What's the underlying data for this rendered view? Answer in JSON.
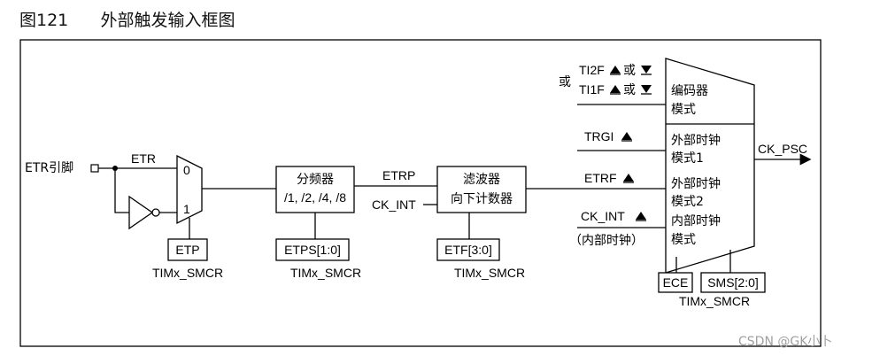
{
  "figure": {
    "title": "图121      外部触发输入框图"
  },
  "labels": {
    "etr_pin": "ETR引脚",
    "etr": "ETR",
    "mux_in0": "0",
    "mux_in1": "1",
    "etp": "ETP",
    "timx1": "TIMx_SMCR",
    "prescaler_title": "分频器",
    "prescaler_opts": "/1, /2, /4, /8",
    "etps": "ETPS[1:0]",
    "timx2": "TIMx_SMCR",
    "etrp": "ETRP",
    "ck_int_in": "CK_INT",
    "filter_title": "滤波器",
    "filter_sub": "向下计数器",
    "etf": "ETF[3:0]",
    "timx3": "TIMx_SMCR",
    "or_label": "或",
    "ti2f": "TI2F",
    "ti1f": "TI1F",
    "or2": "或",
    "or3": "或",
    "trgi": "TRGI",
    "etrf": "ETRF",
    "ck_int2": "CK_INT",
    "internal_clock": "（内部时钟）",
    "mode_enc1": "编码器",
    "mode_enc2": "模式",
    "mode_ext1a": "外部时钟",
    "mode_ext1b": "模式1",
    "mode_ext2a": "外部时钟",
    "mode_ext2b": "模式2",
    "mode_int_a": "内部时钟",
    "mode_int_b": "模式",
    "ck_psc": "CK_PSC",
    "ece": "ECE",
    "sms": "SMS[2:0]",
    "timx4": "TIMx_SMCR",
    "watermark": "CSDN @GK小卜"
  },
  "icons": [
    "rising-edge-icon",
    "falling-edge-icon",
    "inverter-icon",
    "pin-square-icon",
    "arrow-right-icon"
  ]
}
